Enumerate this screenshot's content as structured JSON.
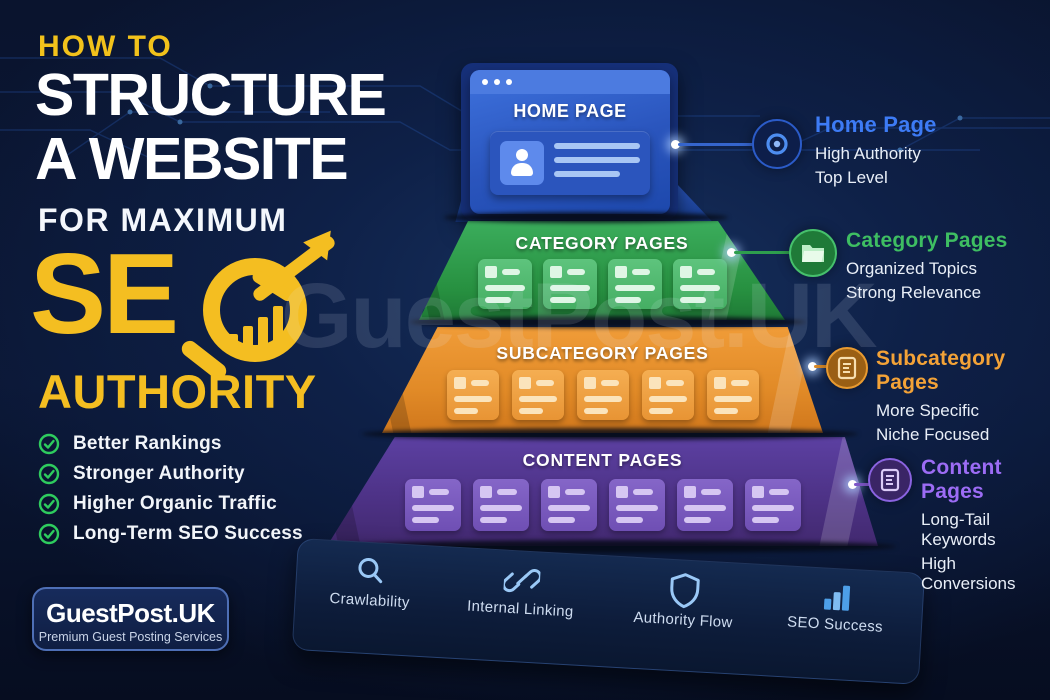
{
  "watermark": "GuestPost.UK",
  "colors": {
    "background": "#0B1735",
    "accent_yellow": "#F4BE21",
    "tier_blue": "#2B55BD",
    "tier_green": "#2E9E4D",
    "tier_orange": "#E5882A",
    "tier_purple": "#53378F",
    "check_green": "#2ECC5E",
    "icon_light_blue": "#9AC8F6"
  },
  "header": {
    "kicker": "HOW TO",
    "title_line1": "STRUCTURE",
    "title_line2": "A WEBSITE",
    "subtitle": "FOR MAXIMUM",
    "seo_prefix": "SE",
    "seo_o_icon": "magnifier-growth-icon",
    "authority": "AUTHORITY"
  },
  "benefits": [
    "Better Rankings",
    "Stronger Authority",
    "Higher Organic Traffic",
    "Long-Term SEO Success"
  ],
  "brand": {
    "name": "GuestPost.UK",
    "tagline": "Premium Guest Posting Services"
  },
  "pyramid": {
    "tiers": [
      {
        "label": "HOME PAGE",
        "color": "#2B55BD",
        "cards": 1
      },
      {
        "label": "CATEGORY PAGES",
        "color": "#2E9E4D",
        "cards": 4
      },
      {
        "label": "SUBCATEGORY PAGES",
        "color": "#E5882A",
        "cards": 5
      },
      {
        "label": "CONTENT PAGES",
        "color": "#53378F",
        "cards": 6
      }
    ]
  },
  "annotations": [
    {
      "title": "Home Page",
      "line1": "High Authority",
      "line2": "Top Level",
      "color": "#3D7BF5",
      "icon": "target-icon"
    },
    {
      "title": "Category Pages",
      "line1": "Organized Topics",
      "line2": "Strong Relevance",
      "color": "#3EBE62",
      "icon": "folder-icon"
    },
    {
      "title": "Subcategory Pages",
      "line1": "More Specific",
      "line2": "Niche Focused",
      "color": "#F3A237",
      "icon": "document-icon"
    },
    {
      "title": "Content Pages",
      "line1": "Long-Tail Keywords",
      "line2": "High Conversions",
      "color": "#9C6CF5",
      "icon": "document-icon"
    }
  ],
  "foundation": [
    {
      "label": "Crawlability",
      "icon": "search-icon"
    },
    {
      "label": "Internal Linking",
      "icon": "link-icon"
    },
    {
      "label": "Authority Flow",
      "icon": "shield-icon"
    },
    {
      "label": "SEO Success",
      "icon": "bar-chart-icon"
    }
  ]
}
